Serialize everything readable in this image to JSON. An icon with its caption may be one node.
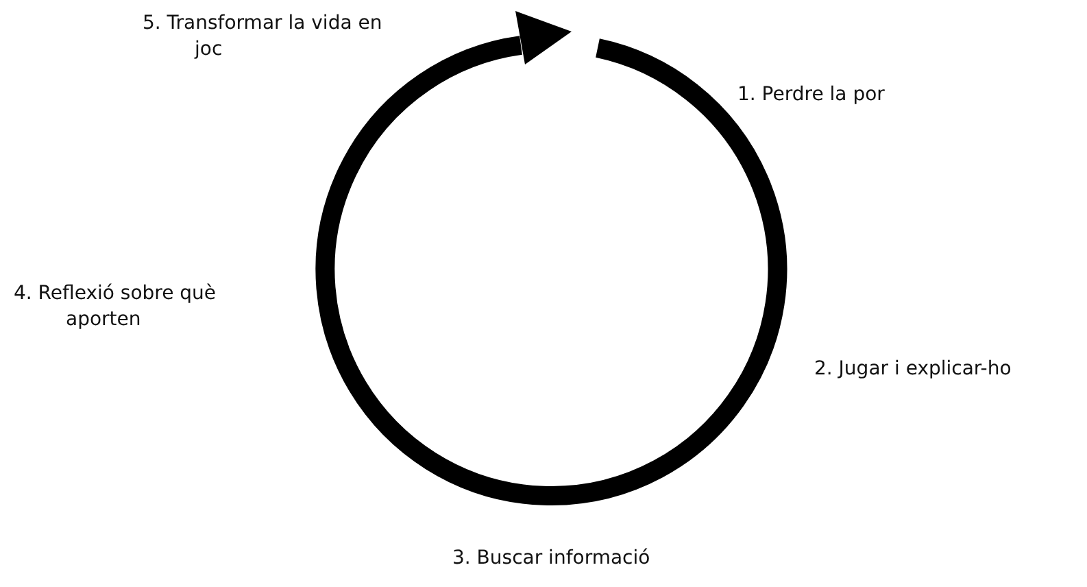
{
  "diagram": {
    "labels": [
      "1. Perdre la por",
      "2. Jugar i explicar-ho",
      "3. Buscar informació",
      "4.  Reflexió sobre què aporten",
      "5.  Transformar la vida en joc"
    ]
  }
}
